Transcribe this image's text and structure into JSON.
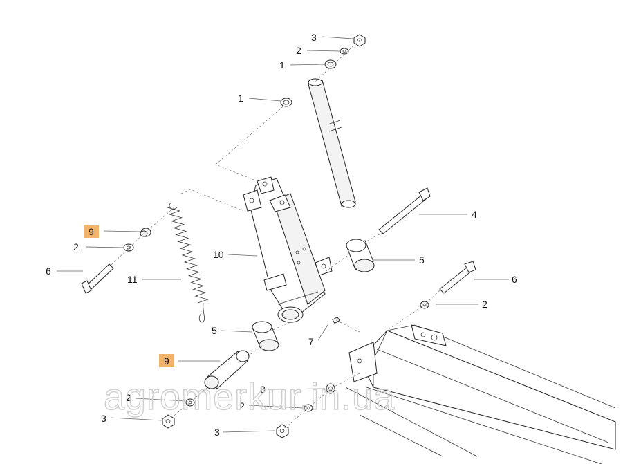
{
  "callouts": {
    "c3_top": "3",
    "c2_top": "2",
    "c1_top": "1",
    "c1_mid": "1",
    "c9_left": "9",
    "c2_left": "2",
    "c6_left": "6",
    "c11": "11",
    "c10": "10",
    "c4": "4",
    "c5_right": "5",
    "c6_right": "6",
    "c2_right": "2",
    "c5_left": "5",
    "c7": "7",
    "c9_bottom": "9",
    "c8": "8",
    "c2_bottom_left": "2",
    "c2_bottom_mid": "2",
    "c3_bottom_left": "3",
    "c3_bottom_mid": "3"
  },
  "watermark": "agromerkur.in.ua",
  "colors": {
    "highlight": "#f2b36b",
    "line": "#222222"
  }
}
